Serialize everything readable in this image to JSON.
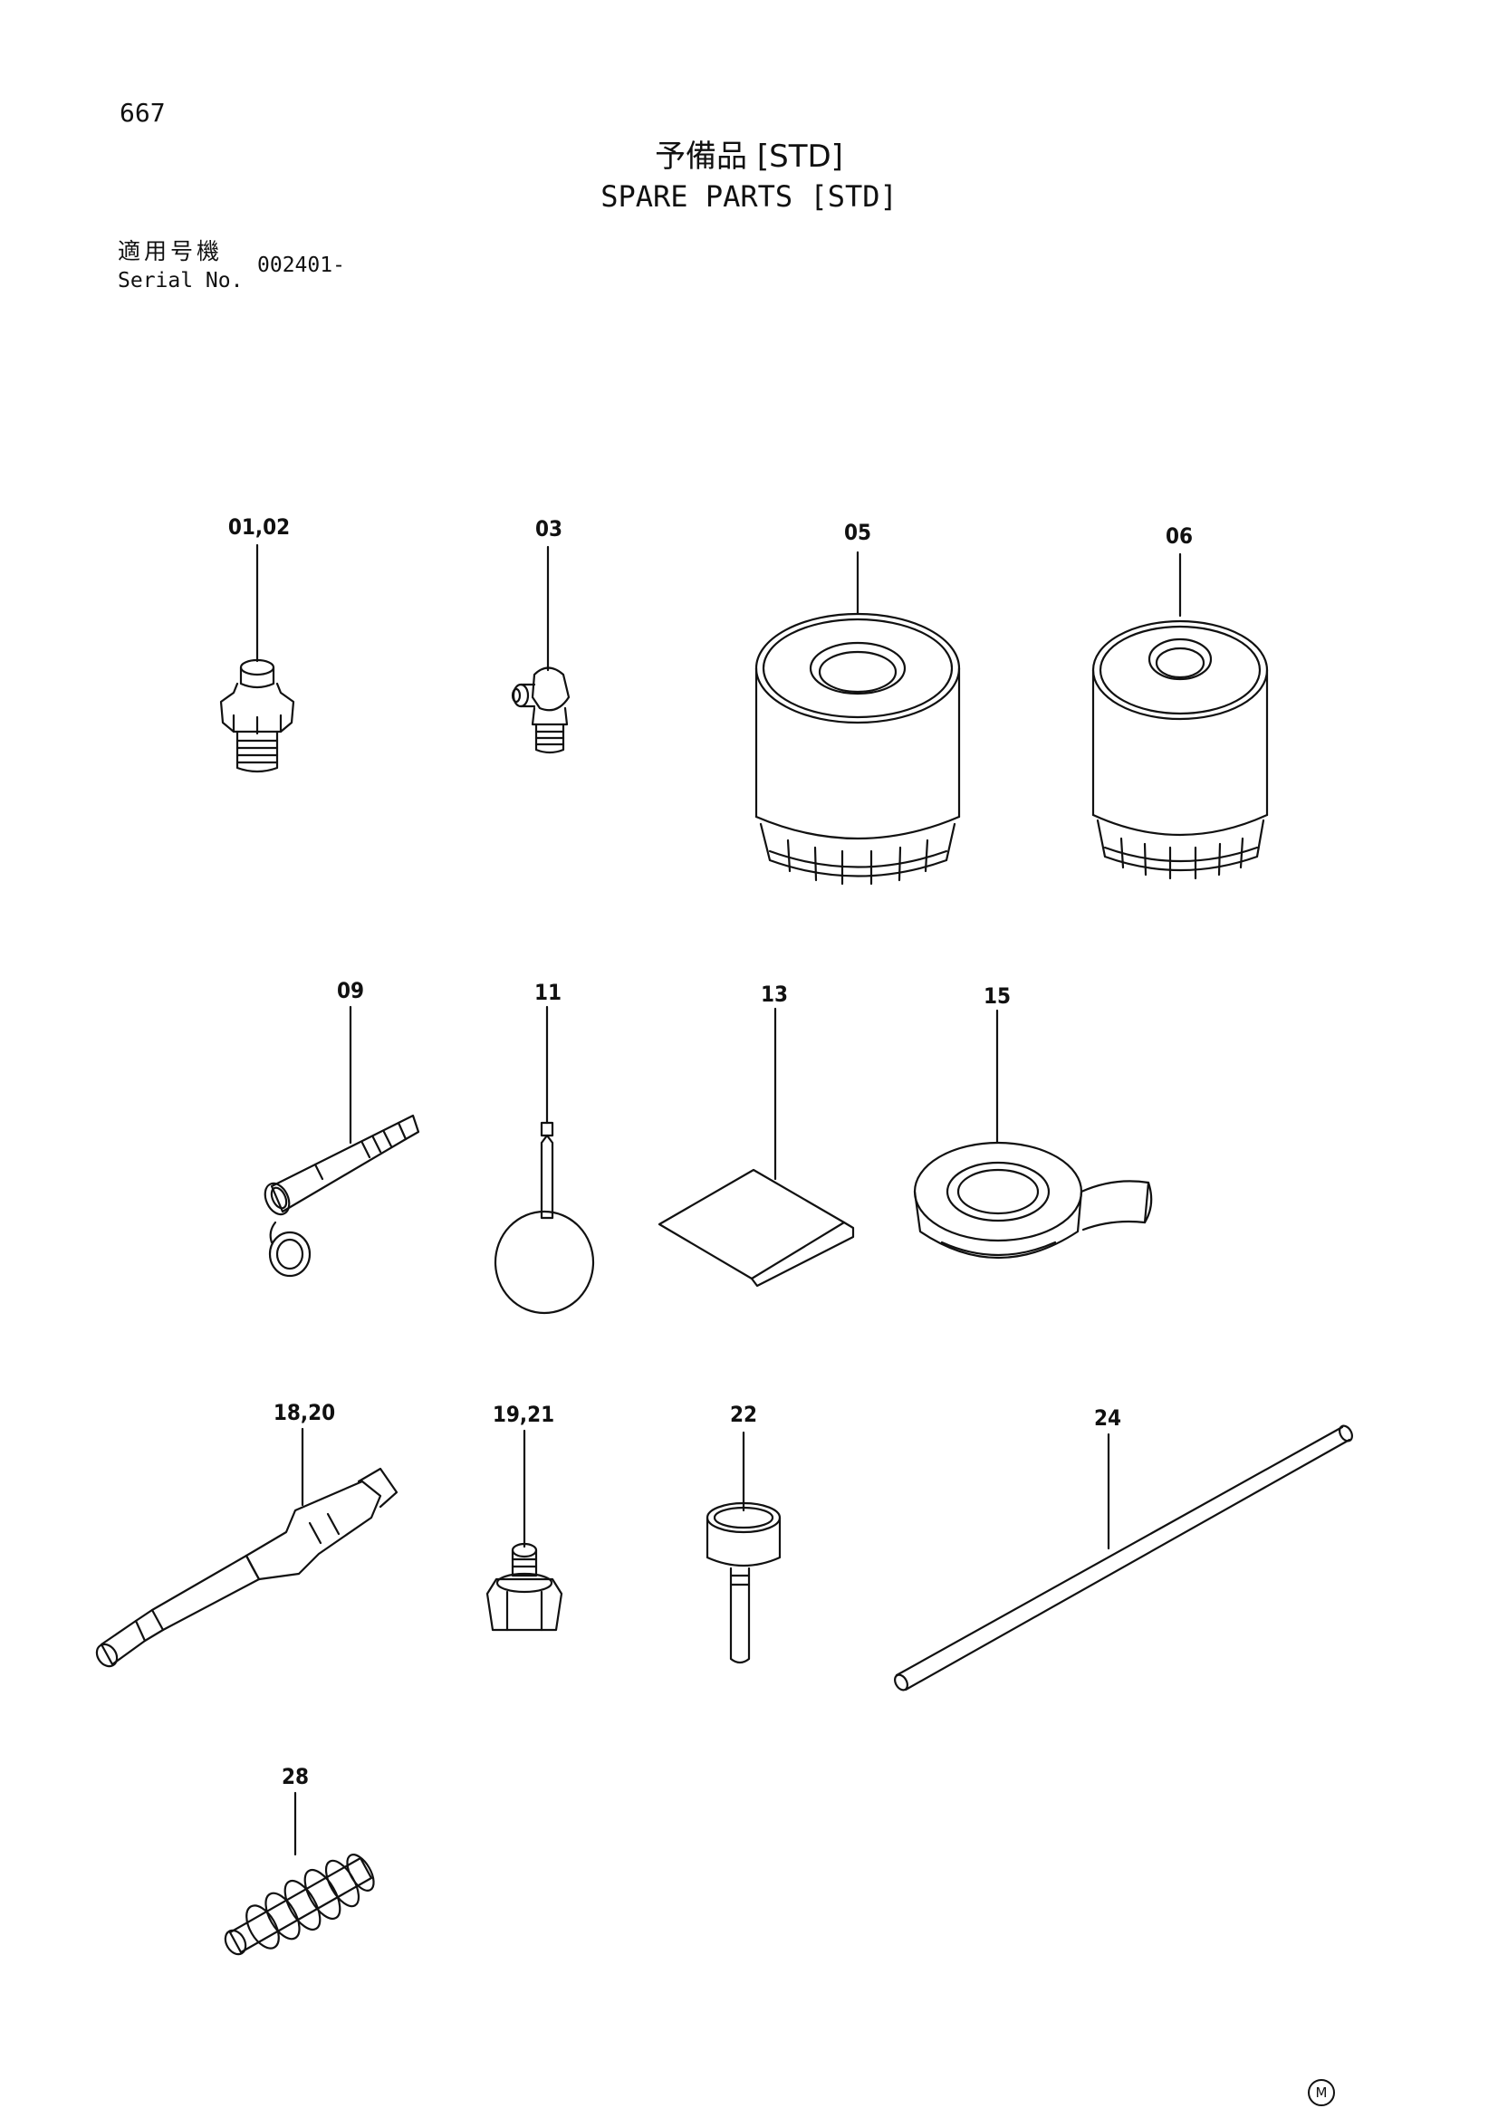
{
  "page": {
    "number": "667",
    "title_jp": "予備品 [STD]",
    "title_en": "SPARE PARTS [STD]"
  },
  "serial": {
    "label_jp": "適用号機",
    "label_en": "Serial No.",
    "value": "002401-"
  },
  "callouts": {
    "c0102": "01,02",
    "c03": "03",
    "c05": "05",
    "c06": "06",
    "c09": "09",
    "c11": "11",
    "c13": "13",
    "c15": "15",
    "c1820": "18,20",
    "c1921": "19,21",
    "c22": "22",
    "c24": "24",
    "c28": "28"
  },
  "mark": "M"
}
